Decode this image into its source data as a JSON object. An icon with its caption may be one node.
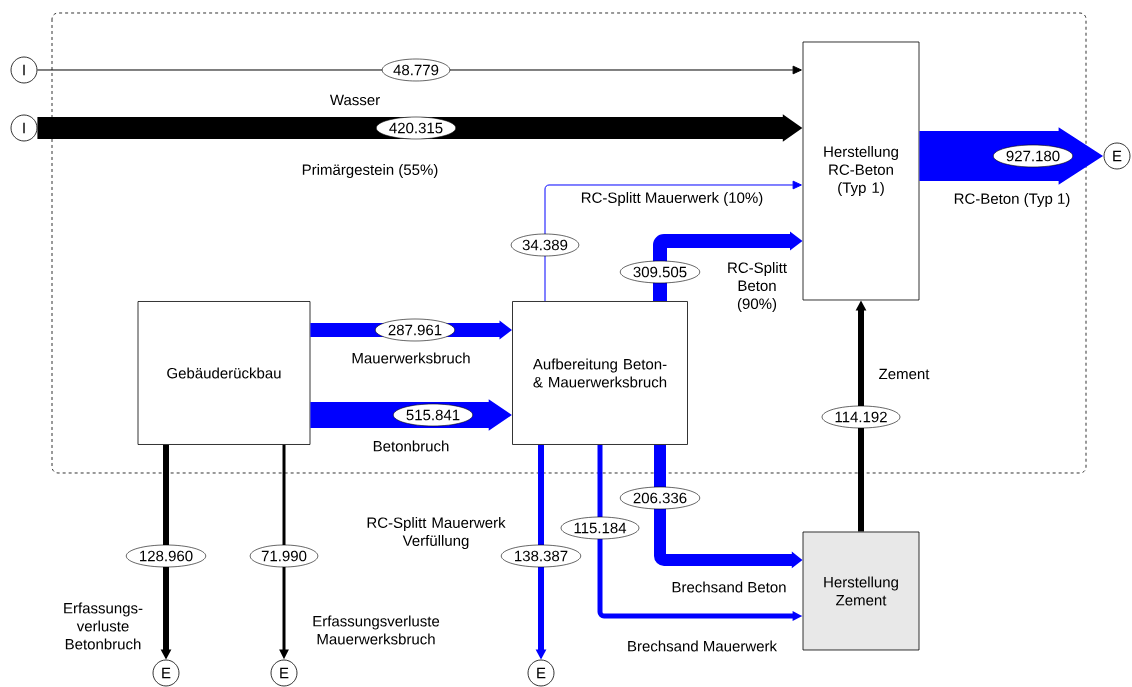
{
  "diagram": {
    "nodes": [
      {
        "text": [
          "I"
        ]
      },
      {
        "text": [
          "I"
        ]
      },
      {
        "text": [
          "Herstellung RC-Beton (Typ 1)"
        ]
      },
      {
        "text": [
          "E"
        ]
      },
      {
        "text": [
          "Gebäuderückbau"
        ]
      },
      {
        "text": [
          "Aufbereitung Beton- & Mauerwerksbruch"
        ]
      },
      {
        "text": [
          "Herstellung Zement"
        ]
      },
      {
        "text": [
          "E"
        ]
      },
      {
        "text": [
          "E"
        ]
      },
      {
        "text": [
          "E"
        ]
      }
    ],
    "edges": [
      {
        "from": 0,
        "to": 2,
        "arrow": "to",
        "label": "48.779",
        "color": "#000000"
      },
      {
        "from": 1,
        "to": 2,
        "arrow": "to",
        "label": "420.315",
        "color": "#000000",
        "style": "thick"
      },
      {
        "from": 2,
        "to": 3,
        "arrow": "to",
        "label": "927.180",
        "style": "thick"
      },
      {
        "from": 4,
        "to": 5,
        "arrow": "to",
        "label": "287.961",
        "style": "thick"
      },
      {
        "from": 4,
        "to": 5,
        "arrow": "to",
        "label": "515.841",
        "style": "thick"
      },
      {
        "from": 5,
        "to": 2,
        "arrow": "to",
        "label": "34.389"
      },
      {
        "from": 5,
        "to": 2,
        "arrow": "to",
        "label": "309.505",
        "style": "thick"
      },
      {
        "from": 6,
        "to": 2,
        "arrow": "to",
        "label": "114.192",
        "color": "#000000"
      },
      {
        "from": 4,
        "to": 7,
        "arrow": "to",
        "label": "128.960",
        "color": "#000000"
      },
      {
        "from": 4,
        "to": 8,
        "arrow": "to",
        "label": "71.990",
        "color": "#000000"
      },
      {
        "from": 5,
        "to": 9,
        "arrow": "to",
        "label": "138.387"
      },
      {
        "from": 5,
        "to": 6,
        "arrow": "to",
        "label": "115.184"
      },
      {
        "from": 5,
        "to": 6,
        "arrow": "to",
        "label": "206.336",
        "style": "thick"
      }
    ],
    "labels": [
      "Wasser",
      "Primärgestein (55%)",
      "RC-Splitt Mauerwerk (10%)",
      "RC-Beton (Typ 1)",
      "RC-Splitt Beton (90%)",
      "Mauerwerksbruch",
      "Betonbruch",
      "Zement",
      "RC-Splitt Mauerwerk Verfüllung",
      "Erfassungs- verluste Betonbruch",
      "Erfassungsverluste Mauerwerksbruch",
      "Brechsand Beton",
      "Brechsand Mauerwerk"
    ]
  }
}
